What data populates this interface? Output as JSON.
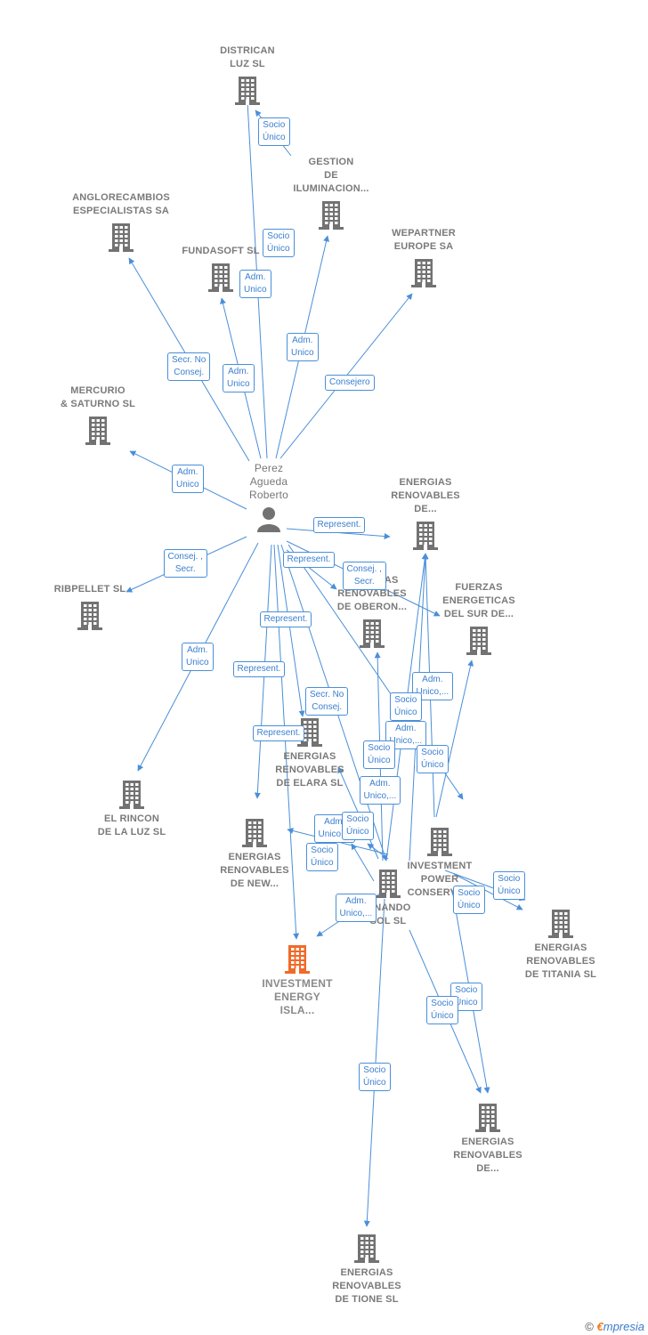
{
  "colors": {
    "node": "#727272",
    "target": "#f06a28",
    "edge": "#4a8fd8"
  },
  "person": {
    "label": "Perez\nAgueda\nRoberto"
  },
  "nodes": [
    {
      "label": "DISTRICAN\nLUZ SL"
    },
    {
      "label": "GESTION\nDE\nILUMINACION..."
    },
    {
      "label": "ANGLORECAMBIOS\nESPECIALISTAS SA"
    },
    {
      "label": "FUNDASOFT SL"
    },
    {
      "label": "WEPARTNER\nEUROPE SA"
    },
    {
      "label": "MERCURIO\n& SATURNO  SL"
    },
    {
      "label": "ENERGIAS\nRENOVABLES\nDE..."
    },
    {
      "label": "RIBPELLET SL"
    },
    {
      "label": "ENERGIAS\nRENOVABLES\nDE OBERON..."
    },
    {
      "label": "FUERZAS\nENERGETICAS\nDEL SUR DE..."
    },
    {
      "label": "ENERGIAS\nRENOVABLES\nDE ELARA  SL"
    },
    {
      "label": "EL RINCON\nDE LA LUZ SL"
    },
    {
      "label": "ENERGIAS\nRENOVABLES\nDE NEW..."
    },
    {
      "label": "INVESTMENT\nPOWER\nCONSERVA..."
    },
    {
      "label": "...NANDO\nSOL SL"
    },
    {
      "label": "ENERGIAS\nRENOVABLES\nDE TITANIA  SL"
    },
    {
      "label": "INVESTMENT\nENERGY\nISLA..."
    },
    {
      "label": "ENERGIAS\nRENOVABLES\nDE..."
    },
    {
      "label": "ENERGIAS\nRENOVABLES\nDE TIONE  SL"
    }
  ],
  "edge_labels": [
    "Socio\nÚnico",
    "Socio\nÚnico",
    "Adm.\nUnico",
    "Adm.\nUnico",
    "Secr.  No\nConsej.",
    "Adm.\nUnico",
    "Consejero",
    "Adm.\nUnico",
    "Represent.",
    "Consej. ,\nSecr.",
    "Represent.",
    "Consej. ,\nSecr.",
    "Adm.\nUnico",
    "Represent.",
    "Represent.",
    "Secr.  No\nConsej.",
    "Represent.",
    "Adm.\nUnico,...",
    "Socio\nÚnico",
    "Adm.\nUnico,...",
    "Socio\nÚnico",
    "Socio\nÚnico",
    "Adm.\nUnico,...",
    "Adm.\nUnico,...",
    "Socio\nÚnico",
    "Socio\nÚnico",
    "Adm.\nUnico,...",
    "Socio\nÚnico",
    "Socio\nÚnico",
    "Socio\nÚnico",
    "Socio\nÚnico",
    "Socio\nÚnico"
  ],
  "footer": {
    "copyright": "©",
    "brand_e": "€",
    "brand_rest": "mpresia"
  }
}
